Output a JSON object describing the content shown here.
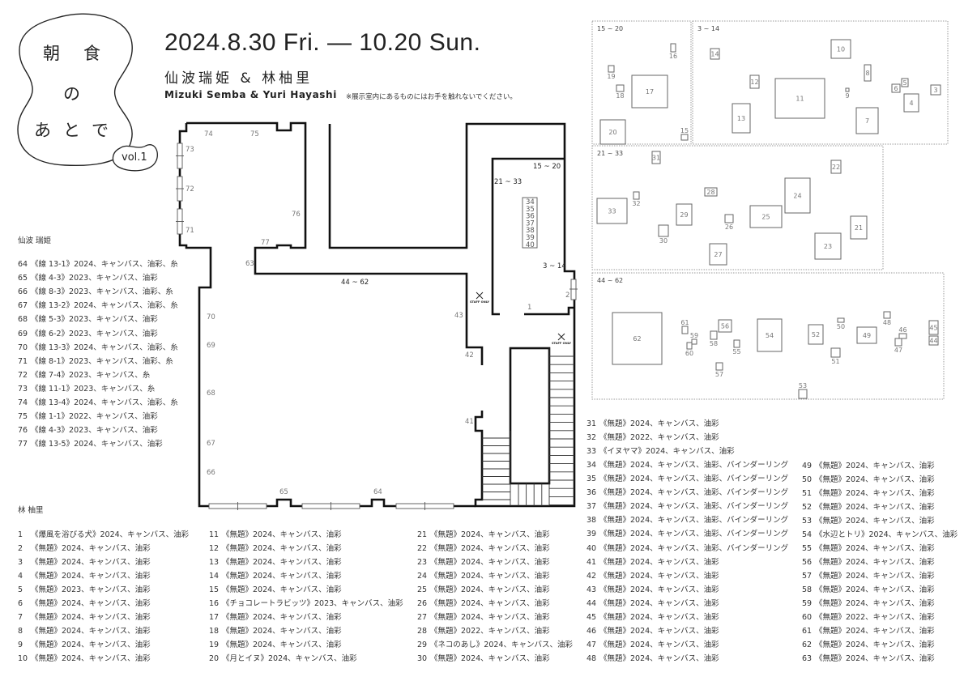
{
  "logo": {
    "title_chars": [
      "朝",
      "食",
      "の",
      "あ",
      "と",
      "で"
    ],
    "volume": "vol.1"
  },
  "header": {
    "dates": "2024.8.30 Fri. — 10.20 Sun.",
    "artists_ja": "仙波瑞姫 & 林柚里",
    "artists_en": "Mizuki Semba & Yuri Hayashi",
    "notice": "※展示室内にあるものにはお手を触れないでください。"
  },
  "floor_plan": {
    "area_labels": {
      "a15_20": "15 ~ 20",
      "a21_33": "21 ~ 33",
      "a3_14": "3 ~ 14",
      "a44_62": "44 ~ 62"
    },
    "stack_labels": [
      "34",
      "35",
      "36",
      "37",
      "38",
      "39",
      "40"
    ],
    "staff_only": "STAFF ONLY",
    "wall_labels": [
      "1",
      "2",
      "41",
      "42",
      "43",
      "63",
      "64",
      "65",
      "66",
      "67",
      "68",
      "69",
      "70",
      "71",
      "72",
      "73",
      "74",
      "75",
      "76",
      "77"
    ]
  },
  "wall_panels": [
    {
      "label": "15 ~ 20",
      "items": [
        "15",
        "16",
        "17",
        "18",
        "19",
        "20"
      ]
    },
    {
      "label": "3 ~ 14",
      "items": [
        "3",
        "4",
        "5",
        "6",
        "7",
        "8",
        "9",
        "10",
        "11",
        "12",
        "13",
        "14"
      ]
    },
    {
      "label": "21 ~ 33",
      "items": [
        "21",
        "22",
        "23",
        "24",
        "25",
        "26",
        "27",
        "28",
        "29",
        "30",
        "31",
        "32",
        "33"
      ]
    },
    {
      "label": "44 ~ 62",
      "items": [
        "44",
        "45",
        "46",
        "47",
        "48",
        "49",
        "50",
        "51",
        "52",
        "53",
        "54",
        "55",
        "56",
        "57",
        "58",
        "59",
        "60",
        "61",
        "62"
      ]
    }
  ],
  "semba": {
    "heading": "仙波 瑞姫",
    "works": [
      {
        "n": "64",
        "t": "《線 13-1》2024、キャンバス、油彩、糸"
      },
      {
        "n": "65",
        "t": "《線 4-3》2023、キャンバス、油彩"
      },
      {
        "n": "66",
        "t": "《線 8-3》2023、キャンバス、油彩、糸"
      },
      {
        "n": "67",
        "t": "《線 13-2》2024、キャンバス、油彩、糸"
      },
      {
        "n": "68",
        "t": "《線 5-3》2023、キャンバス、油彩"
      },
      {
        "n": "69",
        "t": "《線 6-2》2023、キャンバス、油彩"
      },
      {
        "n": "70",
        "t": "《線 13-3》2024、キャンバス、油彩、糸"
      },
      {
        "n": "71",
        "t": "《線 8-1》2023、キャンバス、油彩、糸"
      },
      {
        "n": "72",
        "t": "《線 7-4》2023、キャンバス、糸"
      },
      {
        "n": "73",
        "t": "《線 11-1》2023、キャンバス、糸"
      },
      {
        "n": "74",
        "t": "《線 13-4》2024、キャンバス、油彩、糸"
      },
      {
        "n": "75",
        "t": "《線 1-1》2022、キャンバス、油彩"
      },
      {
        "n": "76",
        "t": "《線 4-3》2023、キャンバス、油彩"
      },
      {
        "n": "77",
        "t": "《線 13-5》2024、キャンバス、油彩"
      }
    ]
  },
  "hayashi": {
    "heading": "林 柚里",
    "works": [
      {
        "n": "1",
        "t": "《爆風を浴びる犬》2024、キャンバス、油彩"
      },
      {
        "n": "2",
        "t": "《無題》2024、キャンバス、油彩"
      },
      {
        "n": "3",
        "t": "《無題》2024、キャンバス、油彩"
      },
      {
        "n": "4",
        "t": "《無題》2024、キャンバス、油彩"
      },
      {
        "n": "5",
        "t": "《無題》2023、キャンバス、油彩"
      },
      {
        "n": "6",
        "t": "《無題》2024、キャンバス、油彩"
      },
      {
        "n": "7",
        "t": "《無題》2024、キャンバス、油彩"
      },
      {
        "n": "8",
        "t": "《無題》2024、キャンバス、油彩"
      },
      {
        "n": "9",
        "t": "《無題》2024、キャンバス、油彩"
      },
      {
        "n": "10",
        "t": "《無題》2024、キャンバス、油彩"
      },
      {
        "n": "11",
        "t": "《無題》2024、キャンバス、油彩"
      },
      {
        "n": "12",
        "t": "《無題》2024、キャンバス、油彩"
      },
      {
        "n": "13",
        "t": "《無題》2024、キャンバス、油彩"
      },
      {
        "n": "14",
        "t": "《無題》2024、キャンバス、油彩"
      },
      {
        "n": "15",
        "t": "《無題》2024、キャンバス、油彩"
      },
      {
        "n": "16",
        "t": "《チョコレートラビッツ》2023、キャンバス、油彩"
      },
      {
        "n": "17",
        "t": "《無題》2024、キャンバス、油彩"
      },
      {
        "n": "18",
        "t": "《無題》2024、キャンバス、油彩"
      },
      {
        "n": "19",
        "t": "《無題》2024、キャンバス、油彩"
      },
      {
        "n": "20",
        "t": "《月とイヌ》2024、キャンバス、油彩"
      },
      {
        "n": "21",
        "t": "《無題》2024、キャンバス、油彩"
      },
      {
        "n": "22",
        "t": "《無題》2024、キャンバス、油彩"
      },
      {
        "n": "23",
        "t": "《無題》2024、キャンバス、油彩"
      },
      {
        "n": "24",
        "t": "《無題》2024、キャンバス、油彩"
      },
      {
        "n": "25",
        "t": "《無題》2024、キャンバス、油彩"
      },
      {
        "n": "26",
        "t": "《無題》2024、キャンバス、油彩"
      },
      {
        "n": "27",
        "t": "《無題》2024、キャンバス、油彩"
      },
      {
        "n": "28",
        "t": "《無題》2022、キャンバス、油彩"
      },
      {
        "n": "29",
        "t": "《ネコのあし》2024、キャンバス、油彩"
      },
      {
        "n": "30",
        "t": "《無題》2024、キャンバス、油彩"
      },
      {
        "n": "31",
        "t": "《無題》2024、キャンバス、油彩"
      },
      {
        "n": "32",
        "t": "《無題》2022、キャンバス、油彩"
      },
      {
        "n": "33",
        "t": "《イヌヤマ》2024、キャンバス、油彩"
      },
      {
        "n": "34",
        "t": "《無題》2024、キャンバス、油彩、バインダーリング"
      },
      {
        "n": "35",
        "t": "《無題》2024、キャンバス、油彩、バインダーリング"
      },
      {
        "n": "36",
        "t": "《無題》2024、キャンバス、油彩、バインダーリング"
      },
      {
        "n": "37",
        "t": "《無題》2024、キャンバス、油彩、バインダーリング"
      },
      {
        "n": "38",
        "t": "《無題》2024、キャンバス、油彩、バインダーリング"
      },
      {
        "n": "39",
        "t": "《無題》2024、キャンバス、油彩、バインダーリング"
      },
      {
        "n": "40",
        "t": "《無題》2024、キャンバス、油彩、バインダーリング"
      },
      {
        "n": "41",
        "t": "《無題》2024、キャンバス、油彩"
      },
      {
        "n": "42",
        "t": "《無題》2024、キャンバス、油彩"
      },
      {
        "n": "43",
        "t": "《無題》2024、キャンバス、油彩"
      },
      {
        "n": "44",
        "t": "《無題》2024、キャンバス、油彩"
      },
      {
        "n": "45",
        "t": "《無題》2024、キャンバス、油彩"
      },
      {
        "n": "46",
        "t": "《無題》2024、キャンバス、油彩"
      },
      {
        "n": "47",
        "t": "《無題》2024、キャンバス、油彩"
      },
      {
        "n": "48",
        "t": "《無題》2024、キャンバス、油彩"
      },
      {
        "n": "49",
        "t": "《無題》2024、キャンバス、油彩"
      },
      {
        "n": "50",
        "t": "《無題》2024、キャンバス、油彩"
      },
      {
        "n": "51",
        "t": "《無題》2024、キャンバス、油彩"
      },
      {
        "n": "52",
        "t": "《無題》2024、キャンバス、油彩"
      },
      {
        "n": "53",
        "t": "《無題》2024、キャンバス、油彩"
      },
      {
        "n": "54",
        "t": "《水辺とトリ》2024、キャンバス、油彩"
      },
      {
        "n": "55",
        "t": "《無題》2024、キャンバス、油彩"
      },
      {
        "n": "56",
        "t": "《無題》2024、キャンバス、油彩"
      },
      {
        "n": "57",
        "t": "《無題》2024、キャンバス、油彩"
      },
      {
        "n": "58",
        "t": "《無題》2024、キャンバス、油彩"
      },
      {
        "n": "59",
        "t": "《無題》2024、キャンバス、油彩"
      },
      {
        "n": "60",
        "t": "《無題》2022、キャンバス、油彩"
      },
      {
        "n": "61",
        "t": "《無題》2024、キャンバス、油彩"
      },
      {
        "n": "62",
        "t": "《無題》2024、キャンバス、油彩"
      },
      {
        "n": "63",
        "t": "《無題》2024、キャンバス、油彩"
      }
    ]
  }
}
